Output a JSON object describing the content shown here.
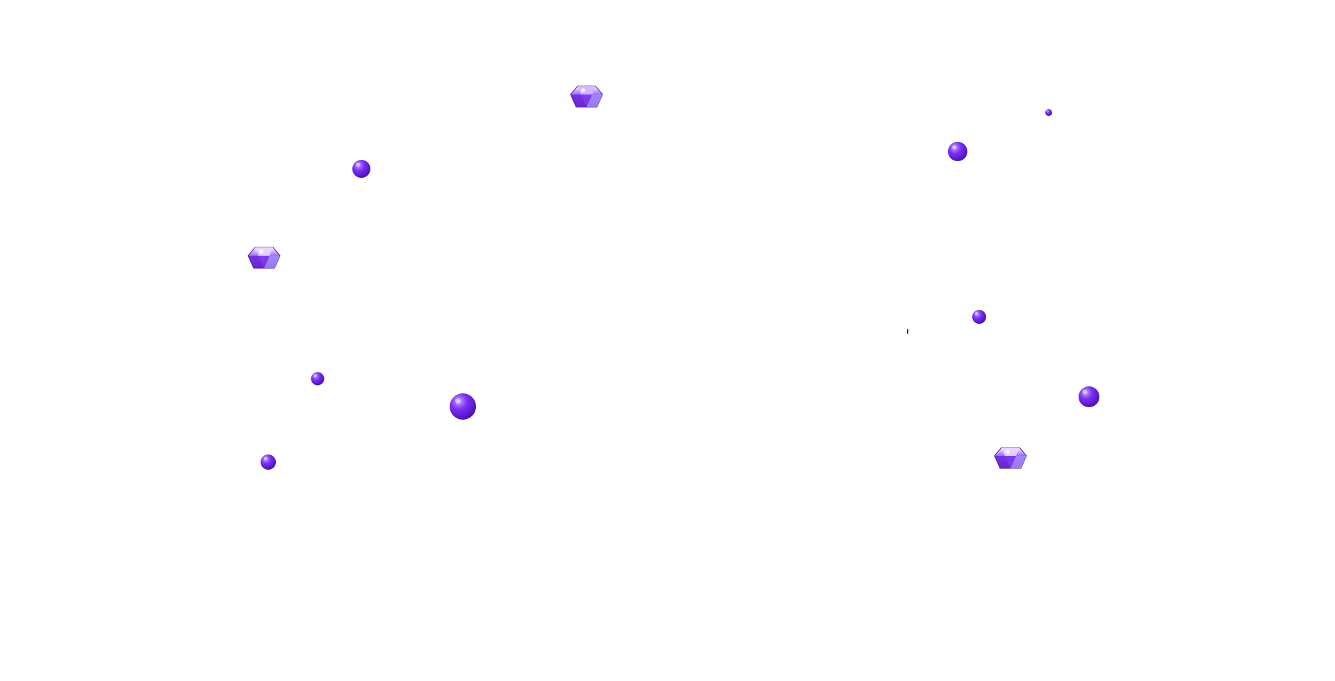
{
  "scene": {
    "background": "#ffffff",
    "theme": "floating purple gems and orbs",
    "colors": {
      "orb_main": "#7a2ff2",
      "orb_dark": "#4d12b8",
      "orb_light": "#b78bff",
      "gem_main": "#8b5cf6",
      "gem_dark": "#5b21b6",
      "gem_light": "#ede9fe",
      "gem_highlight": "#ffffff"
    },
    "sparkles": [
      {
        "kind": "gem",
        "label": "gem"
      },
      {
        "kind": "gem",
        "label": "gem"
      },
      {
        "kind": "gem",
        "label": "gem"
      },
      {
        "kind": "orb",
        "label": "orb"
      },
      {
        "kind": "orb",
        "label": "orb"
      },
      {
        "kind": "orb",
        "label": "orb"
      },
      {
        "kind": "orb",
        "label": "orb"
      },
      {
        "kind": "orb",
        "label": "orb"
      },
      {
        "kind": "orb",
        "label": "orb"
      },
      {
        "kind": "orb",
        "label": "orb"
      },
      {
        "kind": "orb",
        "label": "orb"
      },
      {
        "kind": "orb",
        "label": "orb"
      }
    ]
  }
}
